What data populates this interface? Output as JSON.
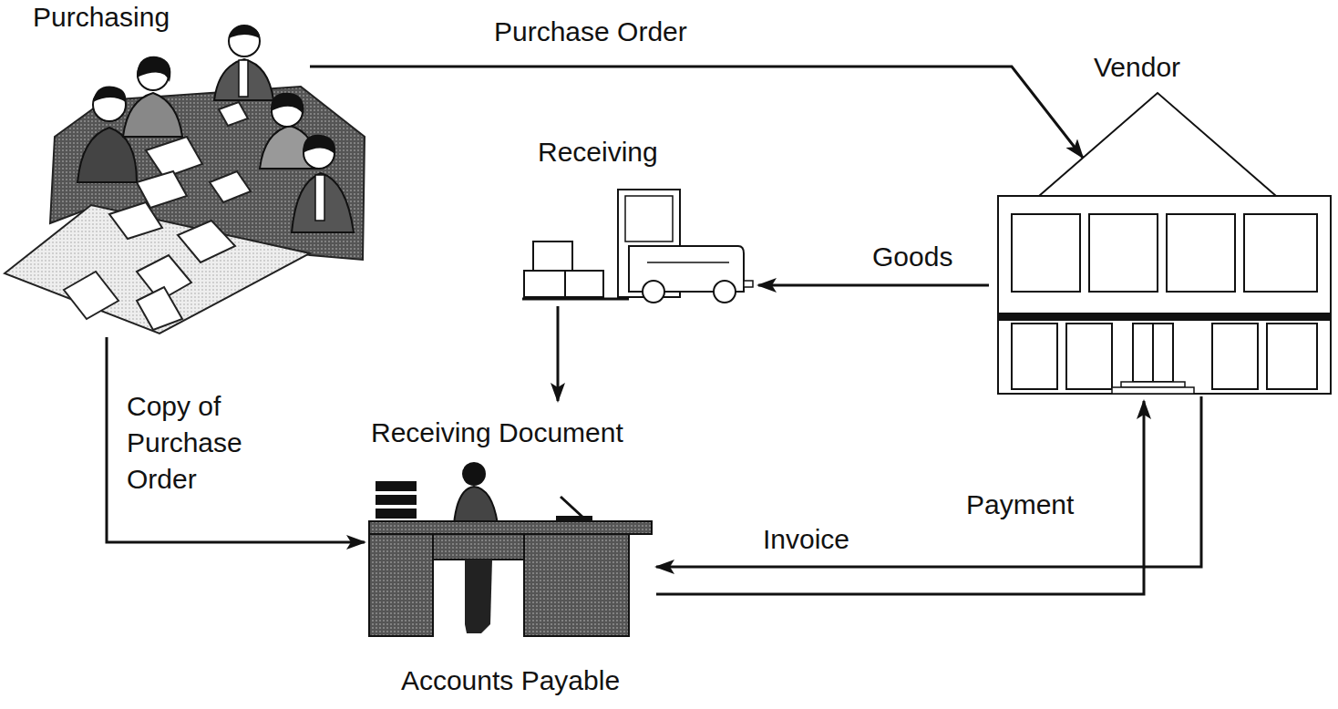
{
  "diagram": {
    "nodes": [
      {
        "text": [
          "Purchasing"
        ]
      },
      {
        "text": [
          "Vendor"
        ]
      },
      {
        "text": [
          "Receiving"
        ]
      },
      {
        "text": [
          "Accounts Payable"
        ]
      }
    ],
    "edges": [
      {
        "from": 0,
        "to": 1,
        "label": "Purchase Order",
        "arrow": "to"
      },
      {
        "from": 1,
        "to": 2,
        "label": "Goods",
        "arrow": "to"
      },
      {
        "from": 2,
        "to": 3,
        "label": "Receiving Document",
        "arrow": "to"
      },
      {
        "from": 0,
        "to": 3,
        "label": "Copy of Purchase Order",
        "arrow": "to"
      },
      {
        "from": 1,
        "to": 3,
        "label": "Invoice",
        "arrow": "to"
      },
      {
        "from": 3,
        "to": 1,
        "label": "Payment",
        "arrow": "to"
      }
    ]
  }
}
